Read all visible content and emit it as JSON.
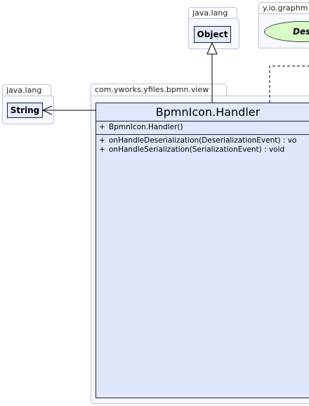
{
  "packages": {
    "object_pkg": {
      "label": "java.lang"
    },
    "graphml_pkg": {
      "label": "y.io.graphm"
    },
    "string_pkg": {
      "label": "java.lang"
    },
    "view_pkg": {
      "label": "com.yworks.yfiles.bpmn.view"
    }
  },
  "classes": {
    "object": {
      "name": "Object"
    },
    "string": {
      "name": "String"
    },
    "partial_oval": {
      "name": "Des"
    },
    "handler": {
      "name": "BpmnIcon.Handler",
      "constructors": [
        {
          "visibility": "+",
          "signature": "BpmnIcon.Handler()"
        }
      ],
      "methods": [
        {
          "visibility": "+",
          "signature": "onHandleDeserialization(DeserializationEvent) : vo"
        },
        {
          "visibility": "+",
          "signature": "onHandleSerialization(SerializationEvent) : void"
        }
      ]
    }
  },
  "relations": [
    {
      "kind": "generalization",
      "from": "BpmnIcon.Handler",
      "to": "Object"
    },
    {
      "kind": "association",
      "from": "BpmnIcon.Handler",
      "to": "String"
    },
    {
      "kind": "realization",
      "from": "BpmnIcon.Handler",
      "to": "Des"
    }
  ]
}
